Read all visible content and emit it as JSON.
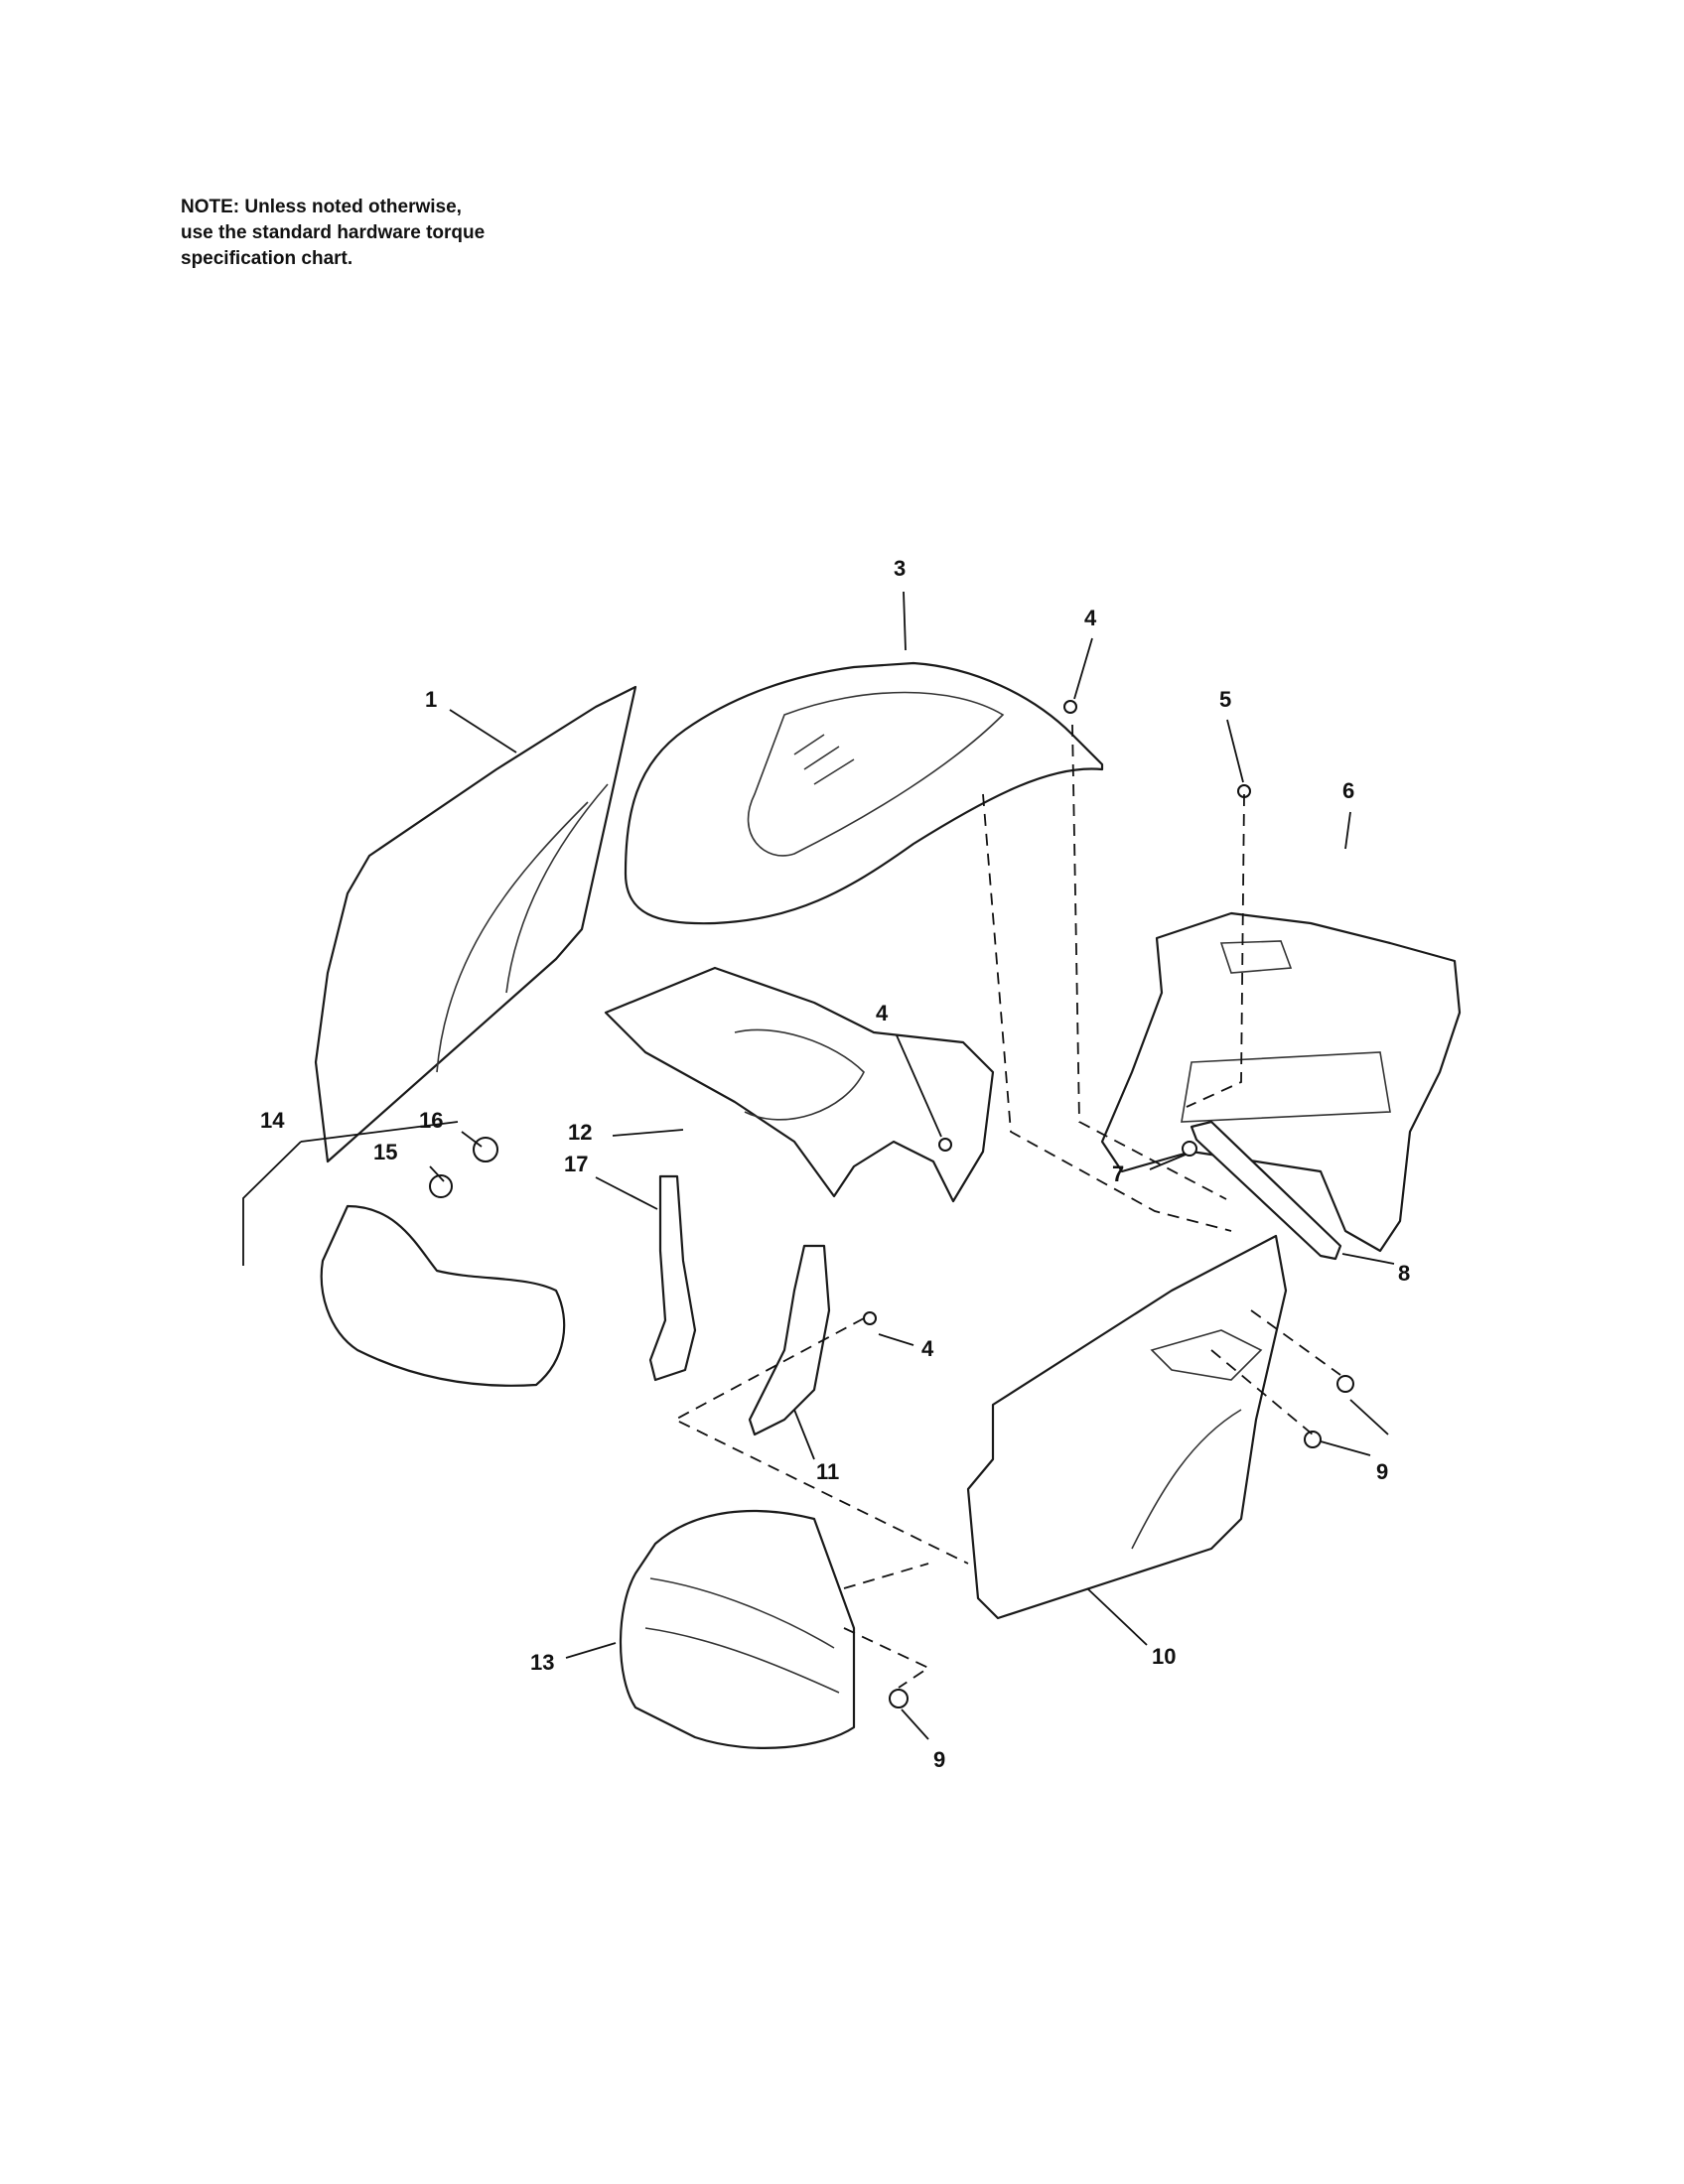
{
  "note": {
    "lines": [
      "NOTE: Unless noted otherwise,",
      "use the standard hardware torque",
      "specification chart."
    ]
  },
  "callouts": {
    "c1": "1",
    "c3": "3",
    "c4a": "4",
    "c4b": "4",
    "c4c": "4",
    "c5": "5",
    "c6": "6",
    "c7": "7",
    "c8": "8",
    "c9a": "9",
    "c9b": "9",
    "c10": "10",
    "c11": "11",
    "c12": "12",
    "c13": "13",
    "c14": "14",
    "c15": "15",
    "c16": "16",
    "c17": "17"
  }
}
